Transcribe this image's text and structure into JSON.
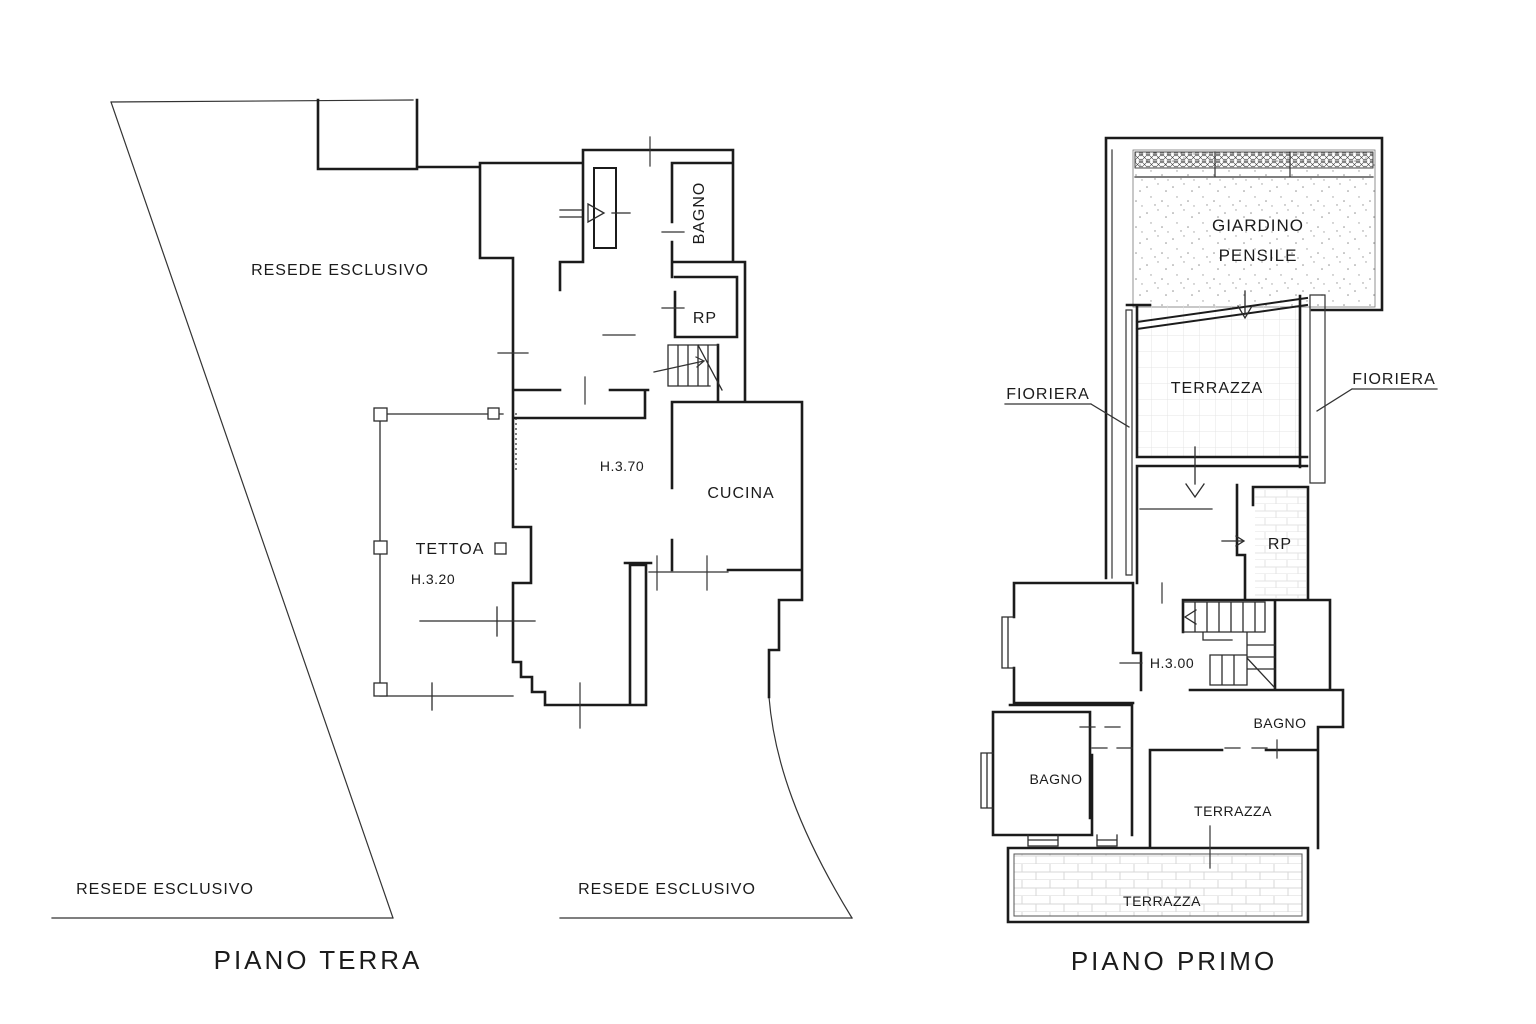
{
  "ground_floor": {
    "title": "PIANO TERRA",
    "labels": {
      "resede_top": "RESEDE ESCLUSIVO",
      "resede_bottom_left": "RESEDE ESCLUSIVO",
      "resede_bottom_center": "RESEDE ESCLUSIVO",
      "bagno": "BAGNO",
      "rp": "RP",
      "ceiling_height_main": "H.3.70",
      "cucina": "CUCINA",
      "tettoia": "TETTOA",
      "ceiling_height_tettoia": "H.3.20"
    }
  },
  "first_floor": {
    "title": "PIANO PRIMO",
    "labels": {
      "giardino_line1": "GIARDINO",
      "giardino_line2": "PENSILE",
      "terrazza_upper": "TERRAZZA",
      "fioriera_left": "FIORIERA",
      "fioriera_right": "FIORIERA",
      "rp": "RP",
      "ceiling_height": "H.3.00",
      "bagno_left": "BAGNO",
      "bagno_right": "BAGNO",
      "terrazza_middle": "TERRAZZA",
      "terrazza_bottom": "TERRAZZA"
    }
  },
  "colors": {
    "wall": "#1b1b1b",
    "thin_line": "#333333",
    "grid_texture": "#e4e4e4",
    "brick_texture": "#dcdcdc",
    "stipple_dots": "#8f8f8f",
    "background": "#ffffff"
  }
}
